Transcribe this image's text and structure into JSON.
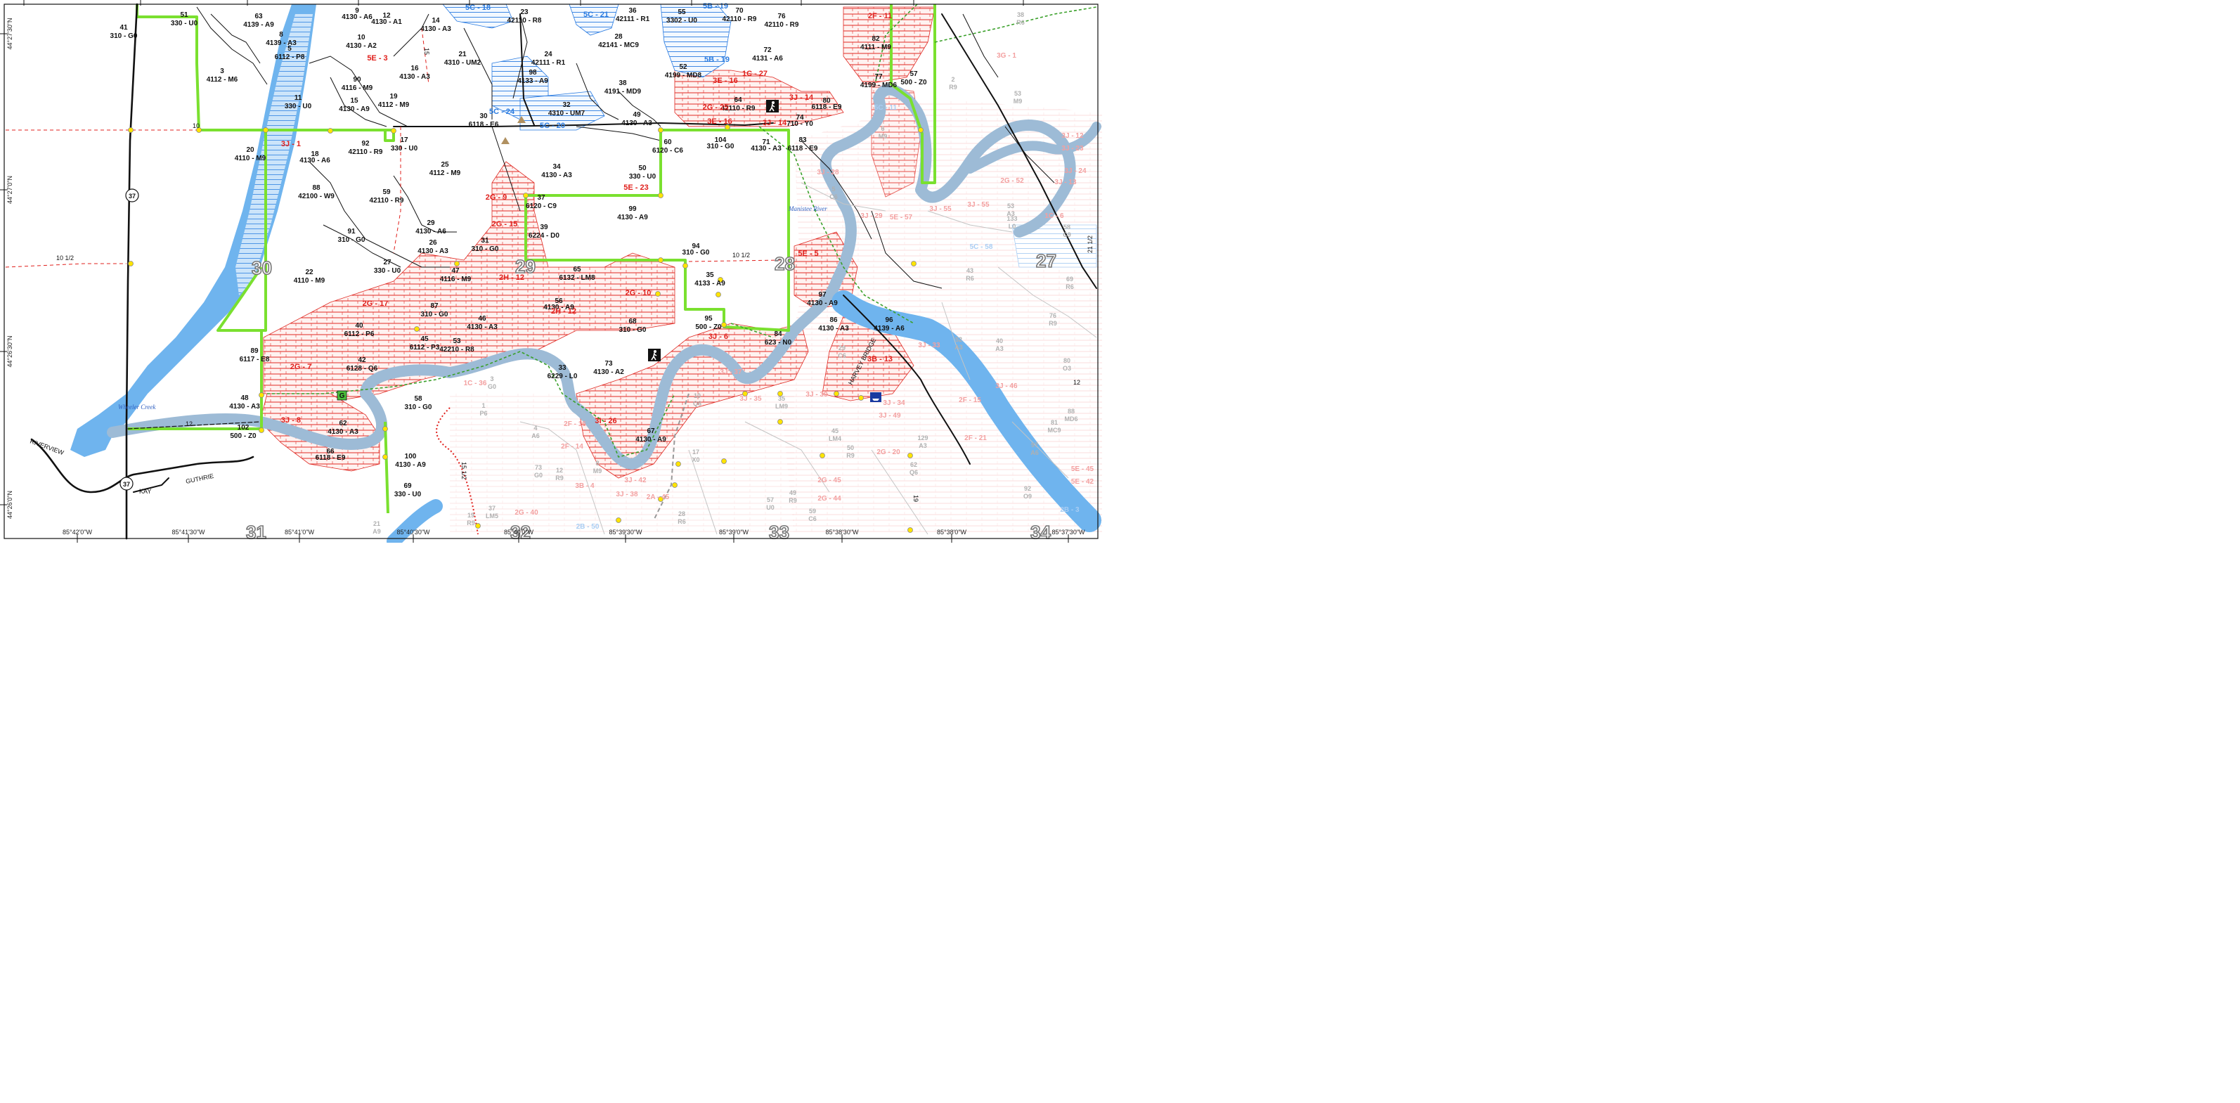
{
  "coords": {
    "lat_ticks": [
      "44°27'30\"N",
      "44°27'0\"N",
      "44°26'30\"N",
      "44°26'0\"N"
    ],
    "lon_ticks": [
      "85°42'0\"W",
      "85°41'30\"W",
      "85°41'0\"W",
      "85°40'30\"W",
      "85°40'0\"W",
      "85°39'30\"W",
      "85°39'0\"W",
      "85°38'30\"W",
      "85°38'0\"W",
      "85°37'30\"W"
    ]
  },
  "sections": [
    "30",
    "29",
    "28",
    "27",
    "31",
    "32",
    "33",
    "34"
  ],
  "roads": {
    "route": "37",
    "names": [
      "RIVERVIEW",
      "KAY",
      "GUTHRIE",
      "HARVEY BRIDGE"
    ],
    "numbers": [
      "10",
      "10 1/2",
      "12",
      "15",
      "15 1/2",
      "19",
      "21 1/2"
    ]
  },
  "water": [
    "Wheeler Creek",
    "Manistee River"
  ],
  "stands": [
    {
      "n": "51",
      "c": "330 - U0"
    },
    {
      "n": "41",
      "c": "310 - G0"
    },
    {
      "n": "63",
      "c": "4139 - A9"
    },
    {
      "n": "8",
      "c": "4139 - A3"
    },
    {
      "n": "5",
      "c": "6112 - P8"
    },
    {
      "n": "3",
      "c": "4112 - M6"
    },
    {
      "n": "11",
      "c": "330 - U0"
    },
    {
      "n": "20",
      "c": "4110 - M9"
    },
    {
      "n": "18",
      "c": "4130 - A6"
    },
    {
      "n": "88",
      "c": "42100 - W9"
    },
    {
      "n": "9",
      "c": "4130 - A6"
    },
    {
      "n": "12",
      "c": "4130 - A1"
    },
    {
      "n": "14",
      "c": "4130 - A3"
    },
    {
      "n": "10",
      "c": "4130 - A2"
    },
    {
      "n": "16",
      "c": "4130 - A3"
    },
    {
      "n": "90",
      "c": "4116 - M9"
    },
    {
      "n": "15",
      "c": "4130 - A9"
    },
    {
      "n": "19",
      "c": "4112 - M9"
    },
    {
      "n": "21",
      "c": "4310 - UM2"
    },
    {
      "n": "23",
      "c": "42110 - R8"
    },
    {
      "n": "24",
      "c": "42111 - R1"
    },
    {
      "n": "98",
      "c": "4133 - A9"
    },
    {
      "n": "32",
      "c": "4310 - UM7"
    },
    {
      "n": "36",
      "c": "42111 - R1"
    },
    {
      "n": "28",
      "c": "42141 - MC9"
    },
    {
      "n": "38",
      "c": "4191 - MD9"
    },
    {
      "n": "55",
      "c": "3302 - U0"
    },
    {
      "n": "52",
      "c": "4199 - MD8"
    },
    {
      "n": "70",
      "c": "42110 - R9"
    },
    {
      "n": "76",
      "c": "42110 - R9"
    },
    {
      "n": "72",
      "c": "4131 - A6"
    },
    {
      "n": "82",
      "c": "4111 - M9"
    },
    {
      "n": "77",
      "c": "4199 - MD6"
    },
    {
      "n": "57",
      "c": "500 - Z0"
    },
    {
      "n": "64",
      "c": "42110 - R9"
    },
    {
      "n": "80",
      "c": "6118 - E9"
    },
    {
      "n": "74",
      "c": "710 - Y0"
    },
    {
      "n": "30",
      "c": "6118 - E6"
    },
    {
      "n": "17",
      "c": "330 - U0"
    },
    {
      "n": "92",
      "c": "42110 - R9"
    },
    {
      "n": "25",
      "c": "4112 - M9"
    },
    {
      "n": "34",
      "c": "4130 - A3"
    },
    {
      "n": "49",
      "c": "4130 - A3"
    },
    {
      "n": "60",
      "c": "6120 - C6"
    },
    {
      "n": "104",
      "c": "310 - G0"
    },
    {
      "n": "71",
      "c": "4130 - A3"
    },
    {
      "n": "83",
      "c": "6118 - E9"
    },
    {
      "n": "50",
      "c": "330 - U0"
    },
    {
      "n": "59",
      "c": "42110 - R9"
    },
    {
      "n": "37",
      "c": "6120 - C9"
    },
    {
      "n": "39",
      "c": "6224 - D0"
    },
    {
      "n": "99",
      "c": "4130 - A9"
    },
    {
      "n": "29",
      "c": "4130 - A6"
    },
    {
      "n": "26",
      "c": "4130 - A3"
    },
    {
      "n": "31",
      "c": "310 - G0"
    },
    {
      "n": "91",
      "c": "310 - G0"
    },
    {
      "n": "27",
      "c": "330 - U0"
    },
    {
      "n": "22",
      "c": "4110 - M9"
    },
    {
      "n": "47",
      "c": "4116 - M9"
    },
    {
      "n": "65",
      "c": "6132 - LM8"
    },
    {
      "n": "94",
      "c": "310 - G0"
    },
    {
      "n": "35",
      "c": "4133 - A9"
    },
    {
      "n": "97",
      "c": "4130 - A9"
    },
    {
      "n": "87",
      "c": "310 - G0"
    },
    {
      "n": "46",
      "c": "4130 - A3"
    },
    {
      "n": "56",
      "c": "4130 - A9"
    },
    {
      "n": "68",
      "c": "310 - G0"
    },
    {
      "n": "95",
      "c": "500 - Z0"
    },
    {
      "n": "86",
      "c": "4130 - A3"
    },
    {
      "n": "96",
      "c": "4139 - A6"
    },
    {
      "n": "40",
      "c": "6112 - P6"
    },
    {
      "n": "45",
      "c": "6112 - P3"
    },
    {
      "n": "53",
      "c": "42210 - R8"
    },
    {
      "n": "89",
      "c": "6117 - E8"
    },
    {
      "n": "42",
      "c": "6128 - Q6"
    },
    {
      "n": "84",
      "c": "623 - N0"
    },
    {
      "n": "33",
      "c": "6229 - L0"
    },
    {
      "n": "73",
      "c": "4130 - A2"
    },
    {
      "n": "48",
      "c": "4130 - A3"
    },
    {
      "n": "58",
      "c": "310 - G0"
    },
    {
      "n": "62",
      "c": "4130 - A3"
    },
    {
      "n": "102",
      "c": "500 - Z0"
    },
    {
      "n": "66",
      "c": "6118 - E9"
    },
    {
      "n": "67",
      "c": "4130 - A9"
    },
    {
      "n": "100",
      "c": "4130 - A9"
    },
    {
      "n": "69",
      "c": "330 - U0"
    }
  ],
  "red_labels": [
    "2F - 11",
    "5E - 3",
    "3J - 1",
    "2G - 25",
    "3E - 16",
    "3J - 14",
    "1C - 27",
    "3E - 16",
    "3J - 14",
    "5E - 23",
    "2G - 9",
    "2G - 15",
    "2H - 12",
    "2G - 10",
    "2H - 12",
    "2G - 17",
    "2G - 7",
    "3J - 8",
    "3J - 6",
    "3I - 26",
    "5E - 5",
    "3B - 13"
  ],
  "blue_labels": [
    "5C - 18",
    "5C - 21",
    "5B - 19",
    "5B - 19",
    "5C - 24",
    "5C - 20"
  ],
  "pale_labels": [
    {
      "n": "38",
      "c": "R6"
    },
    {
      "n": "2",
      "c": "R9"
    },
    {
      "n": "53",
      "c": "M9"
    },
    {
      "n": "6",
      "c": "M9"
    },
    {
      "n": "5",
      "c": "C6"
    },
    {
      "n": "53",
      "c": "A3"
    },
    {
      "n": "58",
      "c": "C9"
    },
    {
      "n": "43",
      "c": "R6"
    },
    {
      "n": "69",
      "c": "R6"
    },
    {
      "n": "76",
      "c": "R9"
    },
    {
      "n": "52",
      "c": "A3"
    },
    {
      "n": "40",
      "c": "A3"
    },
    {
      "n": "80",
      "c": "O3"
    },
    {
      "n": "88",
      "c": "MD6"
    },
    {
      "n": "81",
      "c": "MC9"
    },
    {
      "n": "97",
      "c": "A6"
    },
    {
      "n": "92",
      "c": "O9"
    },
    {
      "n": "3",
      "c": "G0"
    },
    {
      "n": "1",
      "c": "P6"
    },
    {
      "n": "4",
      "c": "A6"
    },
    {
      "n": "73",
      "c": "G0"
    },
    {
      "n": "12",
      "c": "R9"
    },
    {
      "n": "8",
      "c": "M9"
    },
    {
      "n": "10",
      "c": "Q6"
    },
    {
      "n": "35",
      "c": "LM9"
    },
    {
      "n": "45",
      "c": "LM4"
    },
    {
      "n": "50",
      "c": "R9"
    },
    {
      "n": "129",
      "c": "A3"
    },
    {
      "n": "57",
      "c": "U0"
    },
    {
      "n": "49",
      "c": "R9"
    },
    {
      "n": "59",
      "c": "C6"
    },
    {
      "n": "37",
      "c": "LM5"
    },
    {
      "n": "21",
      "c": "A9"
    },
    {
      "n": "19",
      "c": "R9"
    },
    {
      "n": "17",
      "c": "X0"
    },
    {
      "n": "28",
      "c": "R6"
    },
    {
      "n": "133",
      "c": "L0"
    },
    {
      "n": "29",
      "c": "C6"
    },
    {
      "n": "62",
      "c": "Q6"
    }
  ],
  "palered_labels": [
    "3G - 1",
    "3J - 12",
    "3J - 23",
    "3J - 24",
    "2G - 52",
    "3J - 13",
    "3J - 55",
    "1C - 6",
    "3J - 28",
    "3J - 29",
    "5E - 57",
    "3J - 55",
    "3J - 33",
    "3J - 46",
    "2F - 15",
    "2F - 21",
    "5E - 45",
    "3J - 37",
    "3J - 35",
    "3J - 30",
    "3J - 34",
    "3J - 49",
    "2G - 20",
    "2F - 16",
    "2F - 14",
    "3B - 4",
    "3J - 42",
    "3J - 38",
    "2A - 45",
    "2G - 45",
    "2G - 44",
    "2G - 40",
    "5E - 42",
    "5C - 58",
    "5C - 11",
    "2B - 3",
    "2B - 50",
    "1C - 36"
  ]
}
